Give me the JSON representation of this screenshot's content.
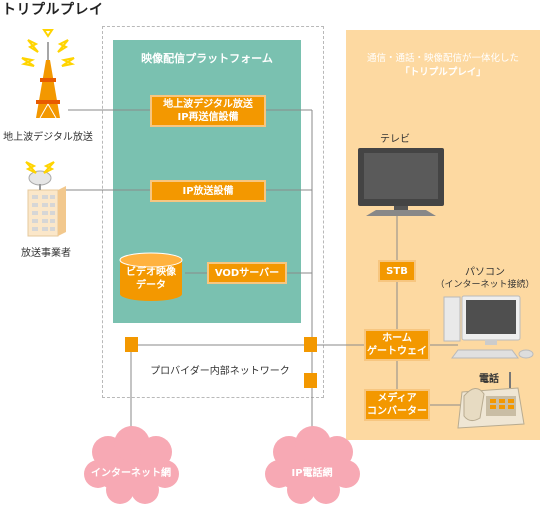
{
  "title": "トリプルプレイ",
  "platform": {
    "title": "映像配信プラットフォーム",
    "ip_retransmission": [
      "地上波デジタル放送",
      "IP再送信設備"
    ],
    "ip_broadcast": "IP放送設備",
    "video_data": [
      "ビデオ映像",
      "データ"
    ],
    "vod_server": "VODサーバー",
    "network_label": "プロバイダー内部ネットワーク"
  },
  "left": {
    "terrestrial_label": "地上波デジタル放送",
    "broadcaster_label": "放送事業者"
  },
  "home": {
    "caption": [
      "通信・通話・映像配信が一体化した",
      "「トリプルプレイ」"
    ],
    "tv_label": "テレビ",
    "stb_label": "STB",
    "pc_label": [
      "パソコン",
      "（インターネット接続）"
    ],
    "gateway_label": [
      "ホーム",
      "ゲートウェイ"
    ],
    "phone_label": "電話",
    "converter_label": [
      "メディア",
      "コンバーター"
    ]
  },
  "clouds": {
    "internet": "インターネット網",
    "ip_phone": "IP電話網"
  },
  "colors": {
    "accent": "#f39800",
    "platform": "#7ac1b0",
    "home": "#fdd9a1",
    "cloud": "#f7a9b4"
  }
}
